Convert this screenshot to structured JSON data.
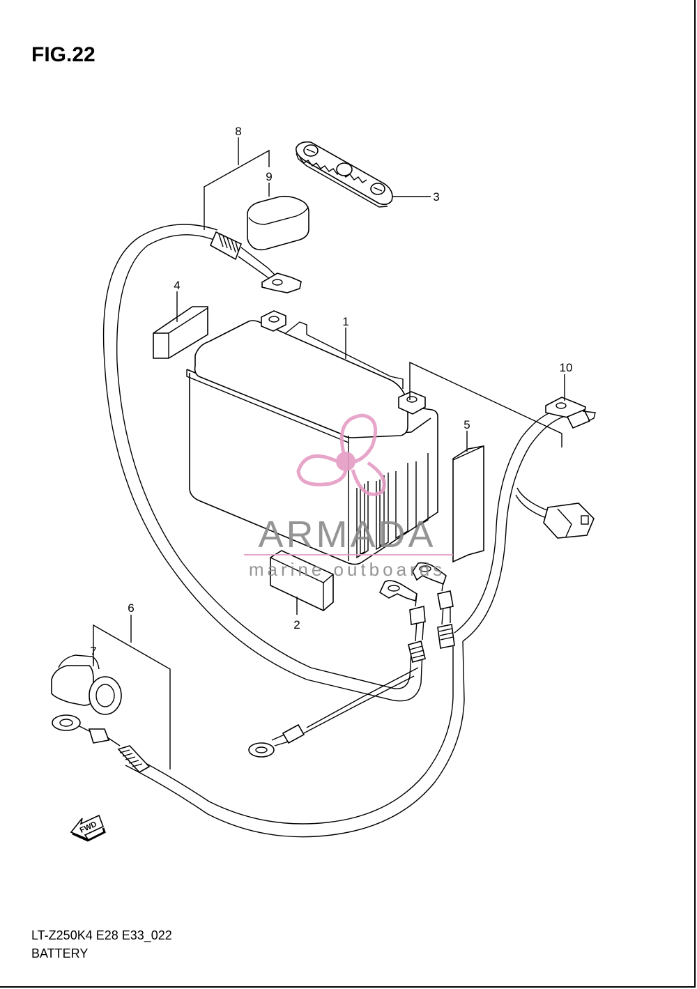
{
  "figure": {
    "title": "FIG.22",
    "model_code": "LT-Z250K4 E28 E33_022",
    "subtitle": "BATTERY"
  },
  "callouts": [
    {
      "id": "c1",
      "label": "1"
    },
    {
      "id": "c2",
      "label": "2"
    },
    {
      "id": "c3",
      "label": "3"
    },
    {
      "id": "c4",
      "label": "4"
    },
    {
      "id": "c5",
      "label": "5"
    },
    {
      "id": "c6",
      "label": "6"
    },
    {
      "id": "c7",
      "label": "7"
    },
    {
      "id": "c8",
      "label": "8"
    },
    {
      "id": "c9",
      "label": "9"
    },
    {
      "id": "c10",
      "label": "10"
    }
  ],
  "watermark": {
    "name": "ARMADA",
    "tagline": "marine outboards",
    "colors": {
      "text": "#8a8a8a",
      "accent": "#e59cc4",
      "line": "#e59cc4"
    }
  },
  "direction_badge": {
    "label": "FWD"
  }
}
